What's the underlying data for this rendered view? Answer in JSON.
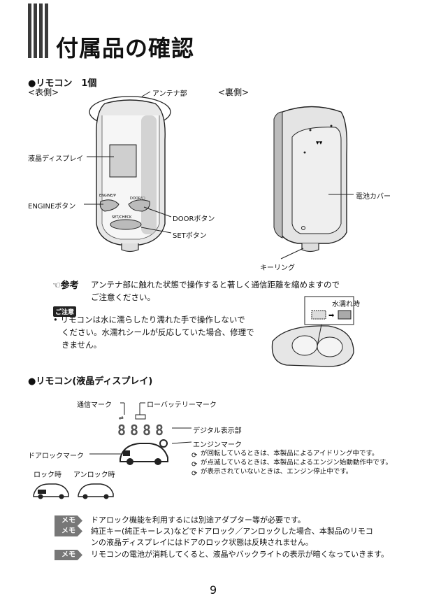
{
  "header": {
    "title": "付属品の確認"
  },
  "section1": {
    "heading": "●リモコン　1個",
    "front_label": "<表側>",
    "back_label": "<裏側>",
    "callouts": {
      "antenna": "アンテナ部",
      "lcd": "液晶ディスプレイ",
      "engine_button": "ENGINEボタン",
      "door_button": "DOORボタン",
      "set_button": "SETボタン",
      "battery_cover": "電池カバー",
      "key_ring": "キーリング"
    },
    "device_labels": {
      "engine": "ENGINE/P",
      "door": "DOOR/□",
      "set": "SET/CHECK"
    }
  },
  "reference": {
    "label": "参考",
    "text_line1": "アンテナ部に触れた状態で操作すると著しく通信距離を縮めますので",
    "text_line2": "ご注意ください。"
  },
  "caution": {
    "badge": "ご注意",
    "line1": "• リモコンは水に濡らしたり濡れた手で操作しないで",
    "line2": "ください。水濡れシールが反応していた場合、修理で",
    "line3": "きません。",
    "wet_label": "水濡れ時"
  },
  "section2": {
    "heading": "●リモコン(液晶ディスプレイ)",
    "callouts": {
      "comm_mark": "通信マーク",
      "low_battery": "ローバッテリーマーク",
      "digital_display": "デジタル表示部",
      "engine_mark": "エンジンマーク",
      "door_lock_mark": "ドアロックマーク"
    },
    "engine_notes": [
      "が回転しているときは、本製品によるアイドリング中です。",
      "が点滅しているときは、本製品によるエンジン始動動作中です。",
      "が表示されていないときは、エンジン停止中です。"
    ],
    "lock_label": "ロック時",
    "unlock_label": "アンロック時"
  },
  "memos": [
    {
      "badge": "メモ",
      "line1": "ドアロック機能を利用するには別途アダプター等が必要です。",
      "line2": ""
    },
    {
      "badge": "メモ",
      "line1": "純正キー(純正キーレス)などでドアロック／アンロックした場合、本製品のリモコ",
      "line2": "ンの液晶ディスプレイにはドアのロック状態は反映されません。"
    },
    {
      "badge": "メモ",
      "line1": "リモコンの電池が消耗してくると、液晶やバックライトの表示が暗くなっていきます。",
      "line2": ""
    }
  ],
  "footer": {
    "page_number": "9"
  }
}
